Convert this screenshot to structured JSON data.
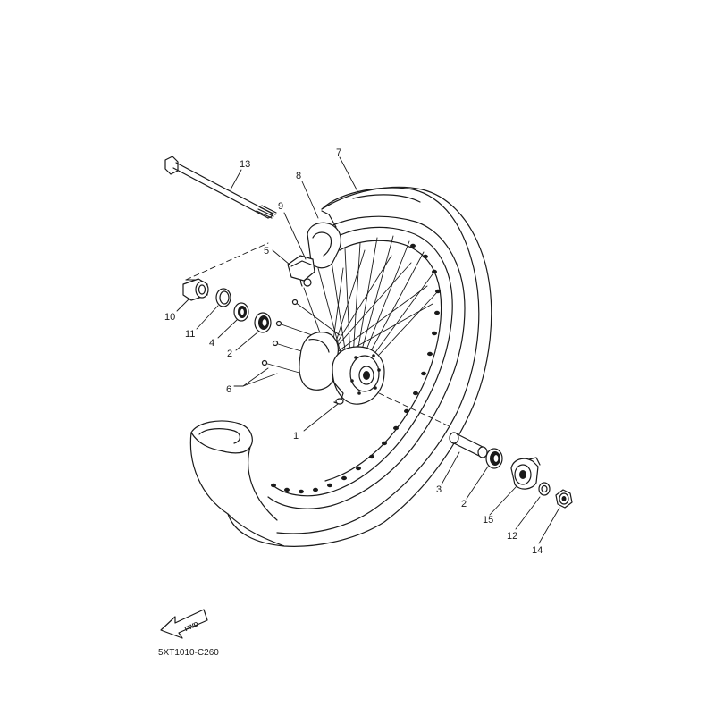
{
  "diagram": {
    "callouts": [
      "1",
      "2",
      "2",
      "3",
      "4",
      "5",
      "6",
      "7",
      "8",
      "9",
      "10",
      "11",
      "12",
      "13",
      "14",
      "15"
    ],
    "fwd_label": "FWD",
    "code": "5XT1010-C260"
  }
}
